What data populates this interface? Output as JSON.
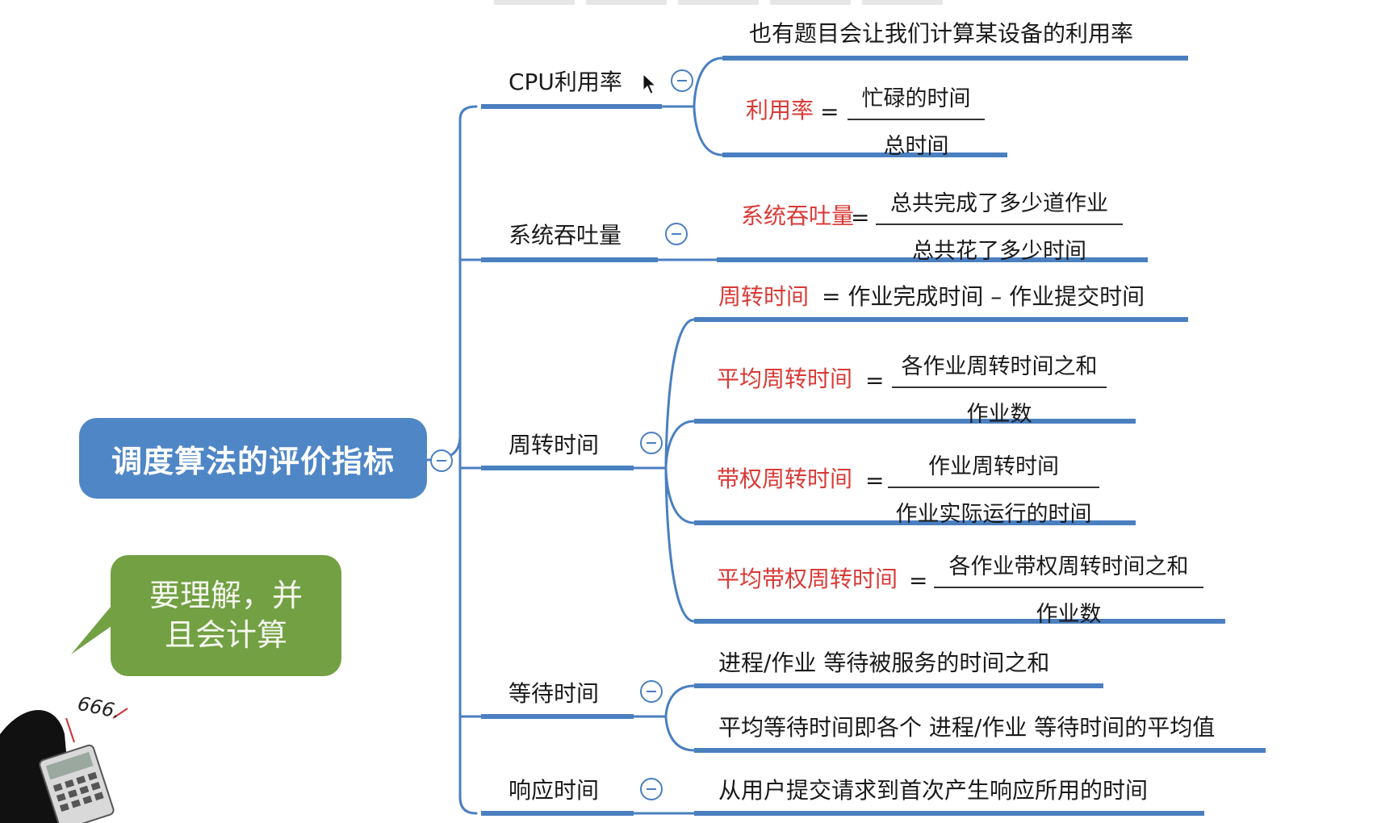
{
  "root": {
    "label": "调度算法的评价指标"
  },
  "callout": {
    "line1": "要理解，并",
    "line2": "且会计算"
  },
  "calculator": {
    "tag": "666."
  },
  "colors": {
    "branch": "#4a7fc0",
    "root_fill": "#4f86c6",
    "term_red": "#d93a36",
    "callout_fill": "#72a043"
  },
  "branches": {
    "cpu": {
      "label": "CPU利用率",
      "note": "也有题目会让我们计算某设备的利用率",
      "formula": {
        "term": "利用率",
        "eq": "=",
        "numerator": "忙碌的时间",
        "denominator": "总时间"
      }
    },
    "throughput": {
      "label": "系统吞吐量",
      "formula": {
        "term": "系统吞吐量",
        "eq": "=",
        "numerator": "总共完成了多少道作业",
        "denominator": "总共花了多少时间"
      }
    },
    "turnaround": {
      "label": "周转时间",
      "f1": {
        "term": "周转时间",
        "rest": "= 作业完成时间 – 作业提交时间"
      },
      "f2": {
        "term": "平均周转时间",
        "eq": "=",
        "numerator": "各作业周转时间之和",
        "denominator": "作业数"
      },
      "f3": {
        "term": "带权周转时间",
        "eq": "=",
        "numerator": "作业周转时间",
        "denominator": "作业实际运行的时间"
      },
      "f4": {
        "term": "平均带权周转时间",
        "eq": "=",
        "numerator": "各作业带权周转时间之和",
        "denominator": "作业数"
      }
    },
    "waiting": {
      "label": "等待时间",
      "item1": "进程/作业 等待被服务的时间之和",
      "item2": "平均等待时间即各个 进程/作业 等待时间的平均值"
    },
    "response": {
      "label": "响应时间",
      "item1": "从用户提交请求到首次产生响应所用的时间"
    }
  }
}
